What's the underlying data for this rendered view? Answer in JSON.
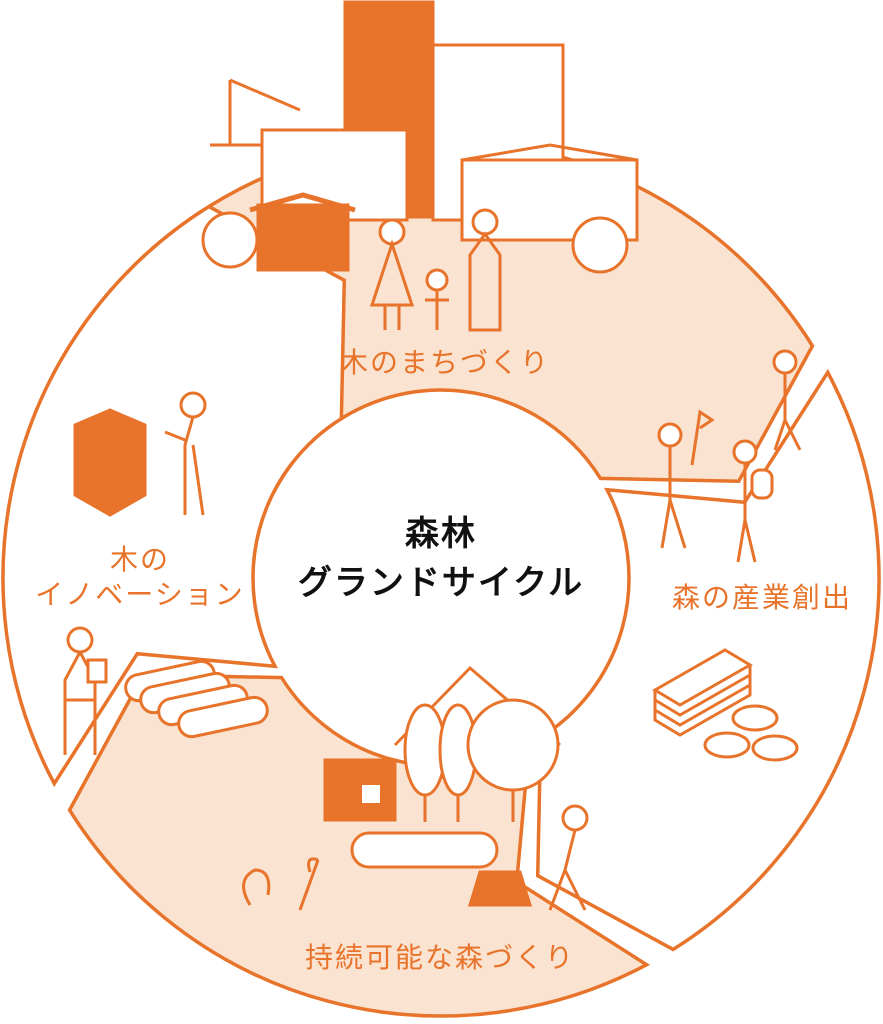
{
  "center": {
    "line1": "森林",
    "line2": "グランドサイクル"
  },
  "stages": [
    {
      "label": "木のまちづくり"
    },
    {
      "label": "森の産業創出"
    },
    {
      "label": "持続可能な森づくり"
    },
    {
      "label_line1": "木の",
      "label_line2": "イノベーション"
    }
  ],
  "colors": {
    "accent": "#E8732A",
    "fill": "#FBE3D1",
    "text": "#111111"
  }
}
